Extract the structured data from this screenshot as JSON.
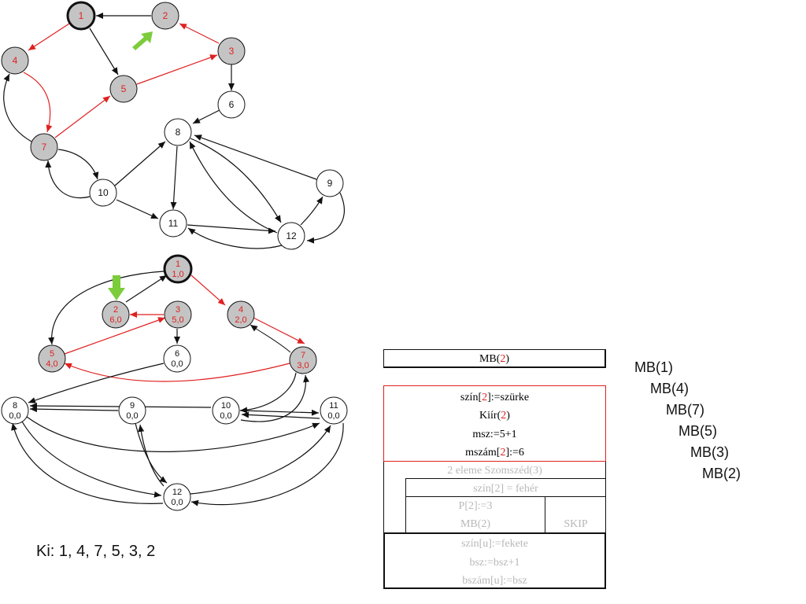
{
  "graph_top": {
    "nodes": [
      {
        "id": "1",
        "label": "1",
        "state": "current"
      },
      {
        "id": "2",
        "label": "2",
        "state": "gray"
      },
      {
        "id": "3",
        "label": "3",
        "state": "gray"
      },
      {
        "id": "4",
        "label": "4",
        "state": "gray"
      },
      {
        "id": "5",
        "label": "5",
        "state": "gray"
      },
      {
        "id": "6",
        "label": "6",
        "state": "white"
      },
      {
        "id": "7",
        "label": "7",
        "state": "gray"
      },
      {
        "id": "8",
        "label": "8",
        "state": "white"
      },
      {
        "id": "9",
        "label": "9",
        "state": "white"
      },
      {
        "id": "10",
        "label": "10",
        "state": "white"
      },
      {
        "id": "11",
        "label": "11",
        "state": "white"
      },
      {
        "id": "12",
        "label": "12",
        "state": "white"
      }
    ],
    "pointer_at": "2"
  },
  "graph_bottom": {
    "nodes": [
      {
        "id": "1",
        "label": "1",
        "values": "1,0",
        "state": "current"
      },
      {
        "id": "2",
        "label": "2",
        "values": "6,0",
        "state": "gray"
      },
      {
        "id": "3",
        "label": "3",
        "values": "5,0",
        "state": "gray"
      },
      {
        "id": "4",
        "label": "4",
        "values": "2,0",
        "state": "gray"
      },
      {
        "id": "5",
        "label": "5",
        "values": "4,0",
        "state": "gray"
      },
      {
        "id": "6",
        "label": "6",
        "values": "0,0",
        "state": "white"
      },
      {
        "id": "7",
        "label": "7",
        "values": "3,0",
        "state": "gray"
      },
      {
        "id": "8",
        "label": "8",
        "values": "0,0",
        "state": "white"
      },
      {
        "id": "9",
        "label": "9",
        "values": "0,0",
        "state": "white"
      },
      {
        "id": "10",
        "label": "10",
        "values": "0,0",
        "state": "white"
      },
      {
        "id": "11",
        "label": "11",
        "values": "0,0",
        "state": "white"
      },
      {
        "id": "12",
        "label": "12",
        "values": "0,0",
        "state": "white"
      }
    ],
    "pointer_at": "2"
  },
  "structogram": {
    "header": {
      "pre": "MB(",
      "arg": "2",
      "post": ")"
    },
    "active_block": [
      {
        "pre": "szín[",
        "arg": "2",
        "post": "]:=szürke"
      },
      {
        "pre": "Kiír(",
        "arg": "2",
        "post": ")"
      },
      {
        "pre": "msz:=5+1",
        "arg": "",
        "post": ""
      },
      {
        "pre": "mszám[",
        "arg": "2",
        "post": "]:=6"
      }
    ],
    "loop_header": "2 eleme Szomszéd(3)",
    "condition": "szín[2] = fehér",
    "then_lines": [
      "P[2]:=3",
      "MB(2)"
    ],
    "else_label": "SKIP",
    "tail_lines": [
      "szín[u]:=fekete",
      "bsz:=bsz+1",
      "bszám[u]:=bsz"
    ]
  },
  "call_stack": [
    "MB(1)",
    "MB(4)",
    "MB(7)",
    "MB(5)",
    "MB(3)",
    "MB(2)"
  ],
  "output": {
    "text": "Ki: 1, 4, 7, 5, 3, 2"
  },
  "colors": {
    "gray_fill": "#c4c4c4",
    "tree_edge": "#e02020",
    "edge": "#111111",
    "pointer": "#7ccc3c",
    "label_red": "#e02020",
    "faded_text": "#b8b8b8"
  }
}
